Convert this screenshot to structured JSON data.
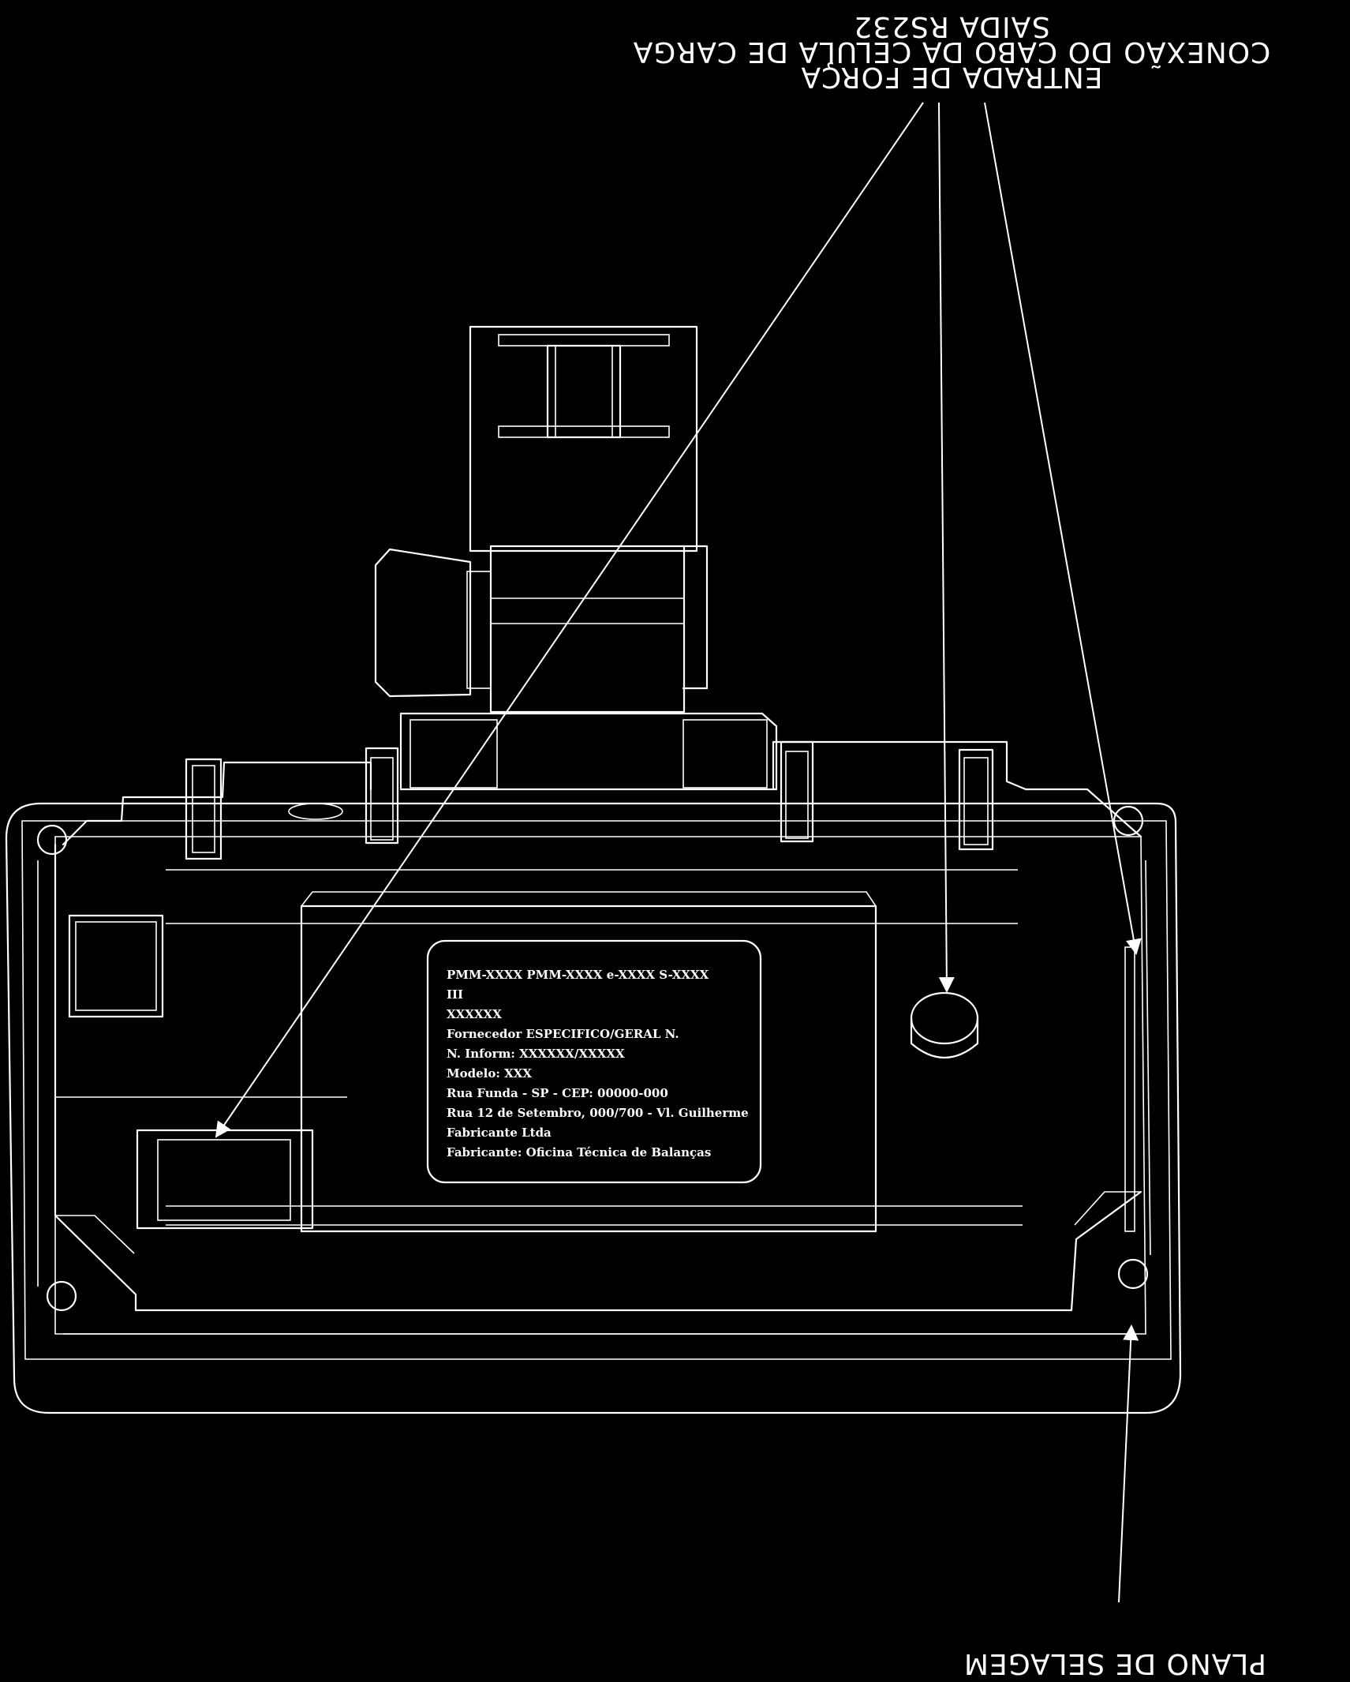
{
  "callouts": {
    "rs232": "SAIDA RS232",
    "load_cell": "CONEXÃO DO CABO DA CELULA DE CARGA",
    "power": "ENTRADA DE FORÇA",
    "sealing": "PLANO DE SELAGEM"
  },
  "plate": {
    "lines": [
      "PMM-XXXX  PMM-XXXX  e-XXXX  S-XXXX",
      "III",
      "XXXXXX",
      "Fornecedor  ESPECIFICO/GERAL  N.",
      "N. Inform: XXXXXX/XXXXX",
      "Modelo: XXX",
      "Rua Funda - SP - CEP: 00000-000",
      "Rua 12 de Setembro, 000/700 - Vl. Guilherme",
      "Fabricante Ltda",
      "Fabricante: Oficina Técnica de Balanças"
    ]
  }
}
